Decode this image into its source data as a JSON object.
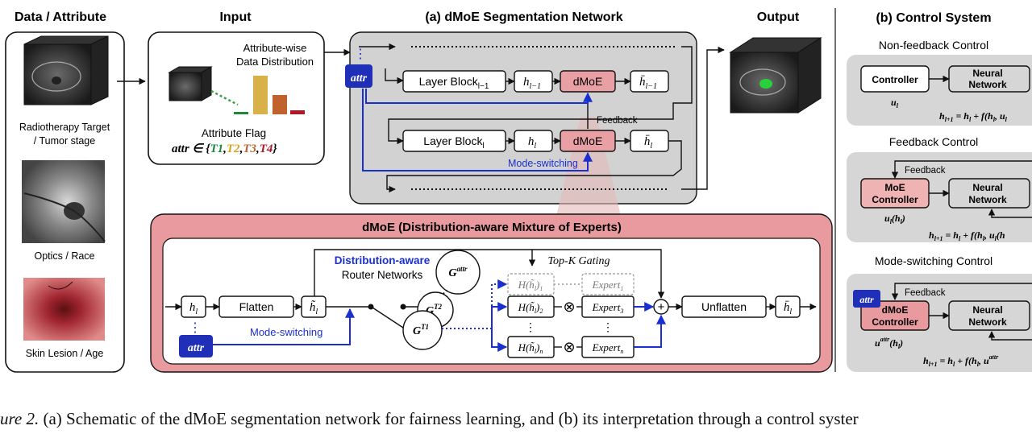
{
  "col1": {
    "title": "Data / Attribute",
    "labels": [
      "Radiotherapy Target",
      "/ Tumor stage",
      "Optics / Race",
      "Skin Lesion / Age"
    ]
  },
  "input": {
    "title": "Input",
    "dist_line1": "Attribute-wise",
    "dist_line2": "Data Distribution",
    "flag_label": "Attribute Flag",
    "flag_prefix": "attr ∈ {",
    "flags": [
      "T1",
      "T2",
      "T3",
      "T4"
    ],
    "flag_colors": [
      "#1a8a3a",
      "#d9a520",
      "#c0622d",
      "#b0182a"
    ],
    "flag_suffix": "}"
  },
  "network": {
    "title": "(a) dMoE Segmentation Network",
    "attr": "attr",
    "layer_prev": "Layer Block",
    "layer_prev_sub": "l−1",
    "h_prev": "h",
    "h_prev_sub": "l−1",
    "dmoe": "dMoE",
    "hbar_prev": "h̄",
    "hbar_prev_sub": "l−1",
    "feedback": "Feedback",
    "layer_cur": "Layer Block",
    "layer_cur_sub": "l",
    "h_cur": "h",
    "h_cur_sub": "l",
    "hbar_cur": "h̄",
    "hbar_cur_sub": "l",
    "mode_switching": "Mode-switching"
  },
  "output": {
    "title": "Output"
  },
  "dmoe_panel": {
    "title": "dMoE (Distribution-aware Mixture of Experts)",
    "h_in": "h",
    "h_in_sub": "l",
    "flatten": "Flatten",
    "hbar": "h̃",
    "hbar_sub": "l",
    "router_title": "Distribution-aware",
    "router_sub": "Router Networks",
    "g_attr": "G",
    "g_attr_sup": "attr",
    "g_t2": "G",
    "g_t2_sup": "T2",
    "g_t1": "G",
    "g_t1_sup": "T1",
    "topk": "Top-K Gating",
    "h1": "H(h̃",
    "h1_sub": "l",
    "h1_end": ")",
    "h1_idx": "1",
    "h2_idx": "2",
    "hn_idx": "n",
    "expert": "Expert",
    "expert_idx": [
      "1",
      "3",
      "n"
    ],
    "attr": "attr",
    "mode_switching": "Mode-switching",
    "unflatten": "Unflatten",
    "hbar_out": "h̄",
    "hbar_out_sub": "l",
    "plus": "+",
    "otimes": "⊗",
    "vdots": "⋮"
  },
  "control": {
    "title": "(b) Control System",
    "nf_title": "Non-feedback Control",
    "controller": "Controller",
    "neural1": "Neural",
    "neural2": "Network",
    "u_l": "u",
    "u_l_sub": "l",
    "eq1": "h",
    "eq1_rest": " = h",
    "eq1_sub": "l+1",
    "eq1_tail": " + f(h",
    "eq1_end": ", u",
    "fb_title": "Feedback Control",
    "feedback": "Feedback",
    "moe_ctrl1": "MoE",
    "moe_ctrl2": "Controller",
    "u_h": "u",
    "u_h_rest": "(h",
    "eq2_tail": " + f(h",
    "eq2_end": ", u",
    "ms_title": "Mode-switching Control",
    "attr": "attr",
    "dmoe_ctrl1": "dMoE",
    "dmoe_ctrl2": "Controller",
    "u_attr": "u",
    "u_attr_sup": "attr",
    "eq3_end": ", u"
  },
  "caption": {
    "fig": "ure 2.",
    "text": " (a) Schematic of the dMoE segmentation network for fairness learning, and (b) its interpretation through a control syster"
  },
  "colors": {
    "pink_panel": "#e89a9e",
    "pink_block": "#f0b3b3",
    "gray_panel": "#d2d2d2",
    "blue_attr": "#1f2fb8",
    "blue_text": "#1a2fd0"
  }
}
